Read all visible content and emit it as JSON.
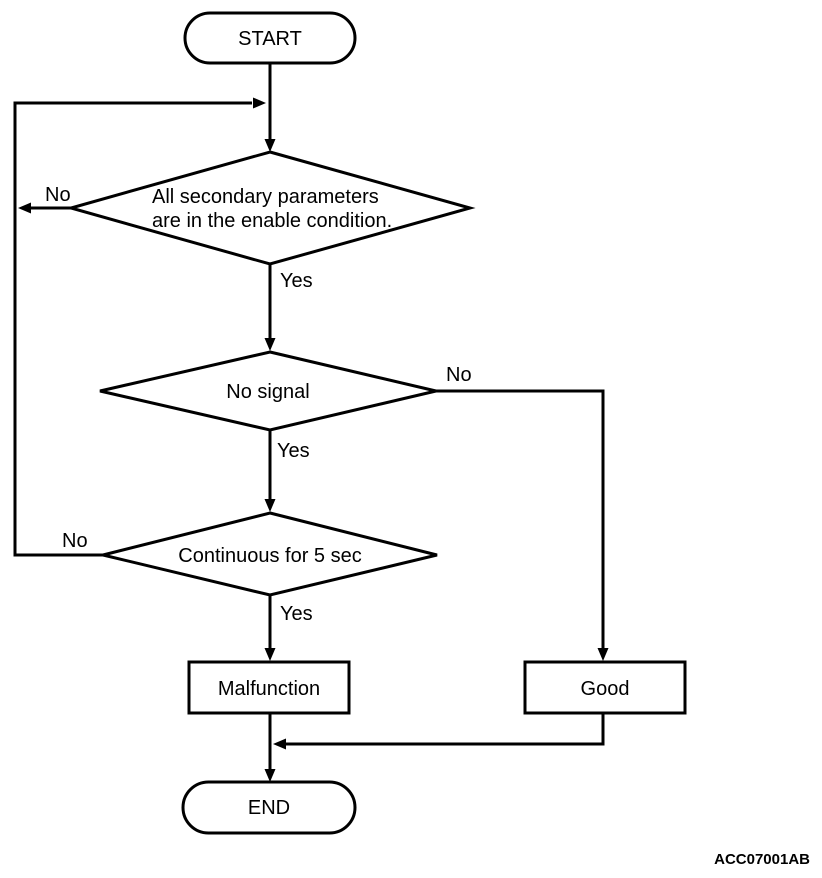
{
  "diagram": {
    "code": "ACC07001AB",
    "nodes": {
      "start": {
        "label": "START"
      },
      "decision_params": {
        "line1": "All secondary parameters",
        "line2": "are in the enable condition."
      },
      "decision_signal": {
        "label": "No signal"
      },
      "decision_duration": {
        "label": "Continuous for 5 sec"
      },
      "result_malfunction": {
        "label": "Malfunction"
      },
      "result_good": {
        "label": "Good"
      },
      "end": {
        "label": "END"
      }
    },
    "branch_labels": {
      "params_yes": "Yes",
      "params_no": "No",
      "signal_yes": "Yes",
      "signal_no": "No",
      "duration_yes": "Yes",
      "duration_no": "No"
    },
    "colors": {
      "line": "#000000",
      "fill": "#ffffff",
      "text": "#000000"
    }
  }
}
